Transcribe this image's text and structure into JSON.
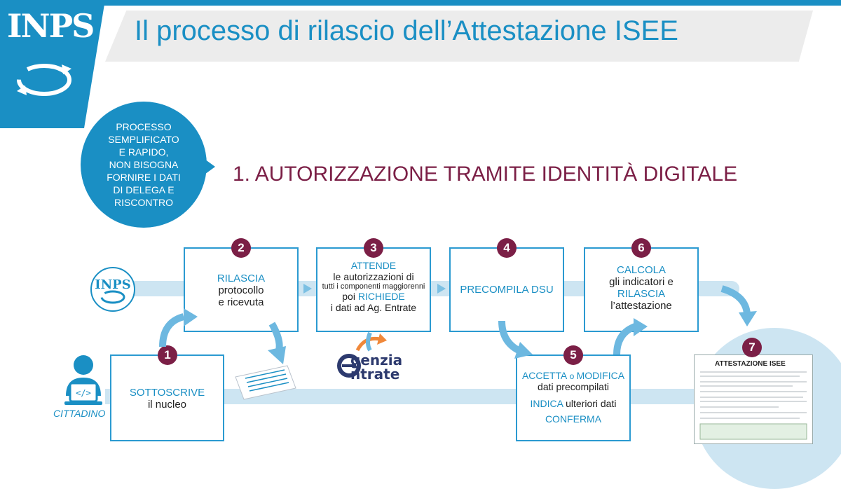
{
  "header": {
    "logo": "INPS",
    "title": "Il processo di rilascio dell’Attestazione ISEE"
  },
  "bubble": {
    "text": "PROCESSO\nSEMPLIFICATO\nE RAPIDO,\nNON BISOGNA\nFORNIRE I DATI\nDI DELEGA E\nRISCONTRO"
  },
  "subtitle": "1. AUTORIZZAZIONE TRAMITE IDENTITÀ DIGITALE",
  "actors": {
    "inps_label": "INPS",
    "citizen_label": "CITTADINO"
  },
  "steps": {
    "s1": {
      "num": "1",
      "hl": "SOTTOSCRIVE",
      "text": "il nucleo"
    },
    "s2": {
      "num": "2",
      "hl": "RILASCIA",
      "l2": "protocollo",
      "l3": "e ricevuta"
    },
    "s3": {
      "num": "3",
      "hl1": "ATTENDE",
      "l2": "le autorizzazioni di",
      "l3": "tutti i componenti maggiorenni",
      "l4a": "poi ",
      "hl2": "RICHIEDE",
      "l5": "i dati ad Ag. Entrate"
    },
    "s4": {
      "num": "4",
      "hl": "PRECOMPILA DSU"
    },
    "s5": {
      "num": "5",
      "hl1": "ACCETTA",
      "o": " o ",
      "hl2": "MODIFICA",
      "l2": "dati precompilati",
      "hl3": "INDICA",
      "l3": " ulteriori dati",
      "hl4": "CONFERMA"
    },
    "s6": {
      "num": "6",
      "hl1": "CALCOLA",
      "l2": "gli indicatori e",
      "hl2": "RILASCIA",
      "l3": "l’attestazione"
    },
    "s7": {
      "num": "7",
      "doc_title": "ATTESTAZIONE ISEE"
    }
  },
  "agenzia": {
    "l1": "genzia",
    "l2": "ntrate"
  },
  "colors": {
    "primary": "#1a8fc4",
    "accent": "#7b1f46",
    "band": "#cde5f2",
    "arrow": "#7cc0e3",
    "orange": "#f0883a"
  },
  "icons": [
    "inps-logo-icon",
    "refresh-arrows-icon",
    "citizen-laptop-icon",
    "document-icon",
    "agenzia-entrate-logo"
  ]
}
